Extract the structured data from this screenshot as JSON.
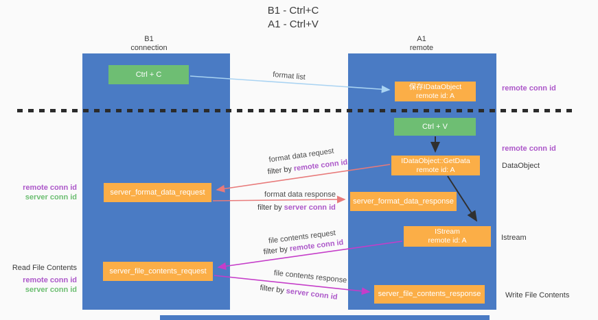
{
  "title": {
    "line1": "B1 - Ctrl+C",
    "line2": "A1 - Ctrl+V"
  },
  "columns": {
    "left": {
      "name": "B1",
      "subtitle": "connection"
    },
    "right": {
      "name": "A1",
      "subtitle": "remote"
    }
  },
  "boxes": {
    "ctrl_c": "Ctrl + C",
    "ctrl_v": "Ctrl + V",
    "save_idataobject": {
      "line1": "保存IDataObject",
      "line2": "remote id: A"
    },
    "getdata": {
      "line1": "IDataObject::GetData",
      "line2": "remote id: A"
    },
    "istream": {
      "line1": "IStream",
      "line2": "remote id: A"
    },
    "server_format_data_request": "server_format_data_request",
    "server_format_data_response": "server_format_data_response",
    "server_file_contents_request": "server_file_contents_request",
    "server_file_contents_response": "server_file_contents_response"
  },
  "labels": {
    "remote_conn_id": "remote conn id",
    "server_conn_id": "server conn id",
    "dataobject": "DataObject",
    "istream": "Istream",
    "read_file_contents": "Read File Contents",
    "write_file_contents": "Write File Contents"
  },
  "arrow_labels": {
    "format_list": "format list",
    "format_data_request": "format data request",
    "format_data_response": "format data response",
    "file_contents_request": "file contents request",
    "file_contents_response": "file contents response",
    "filter_by": "filter by "
  },
  "colors": {
    "column_blue": "#4A7BC4",
    "box_green": "#6EBE73",
    "box_orange": "#FBAE47",
    "text_dark": "#3A3A3A",
    "purple": "#AC57C9",
    "conn_green": "#6CBE71",
    "arrow_red": "#E87A7A",
    "arrow_magenta": "#C53DC9",
    "arrow_blue": "#A9D3F2",
    "arrow_black": "#303030",
    "background": "#FAFAFA"
  }
}
